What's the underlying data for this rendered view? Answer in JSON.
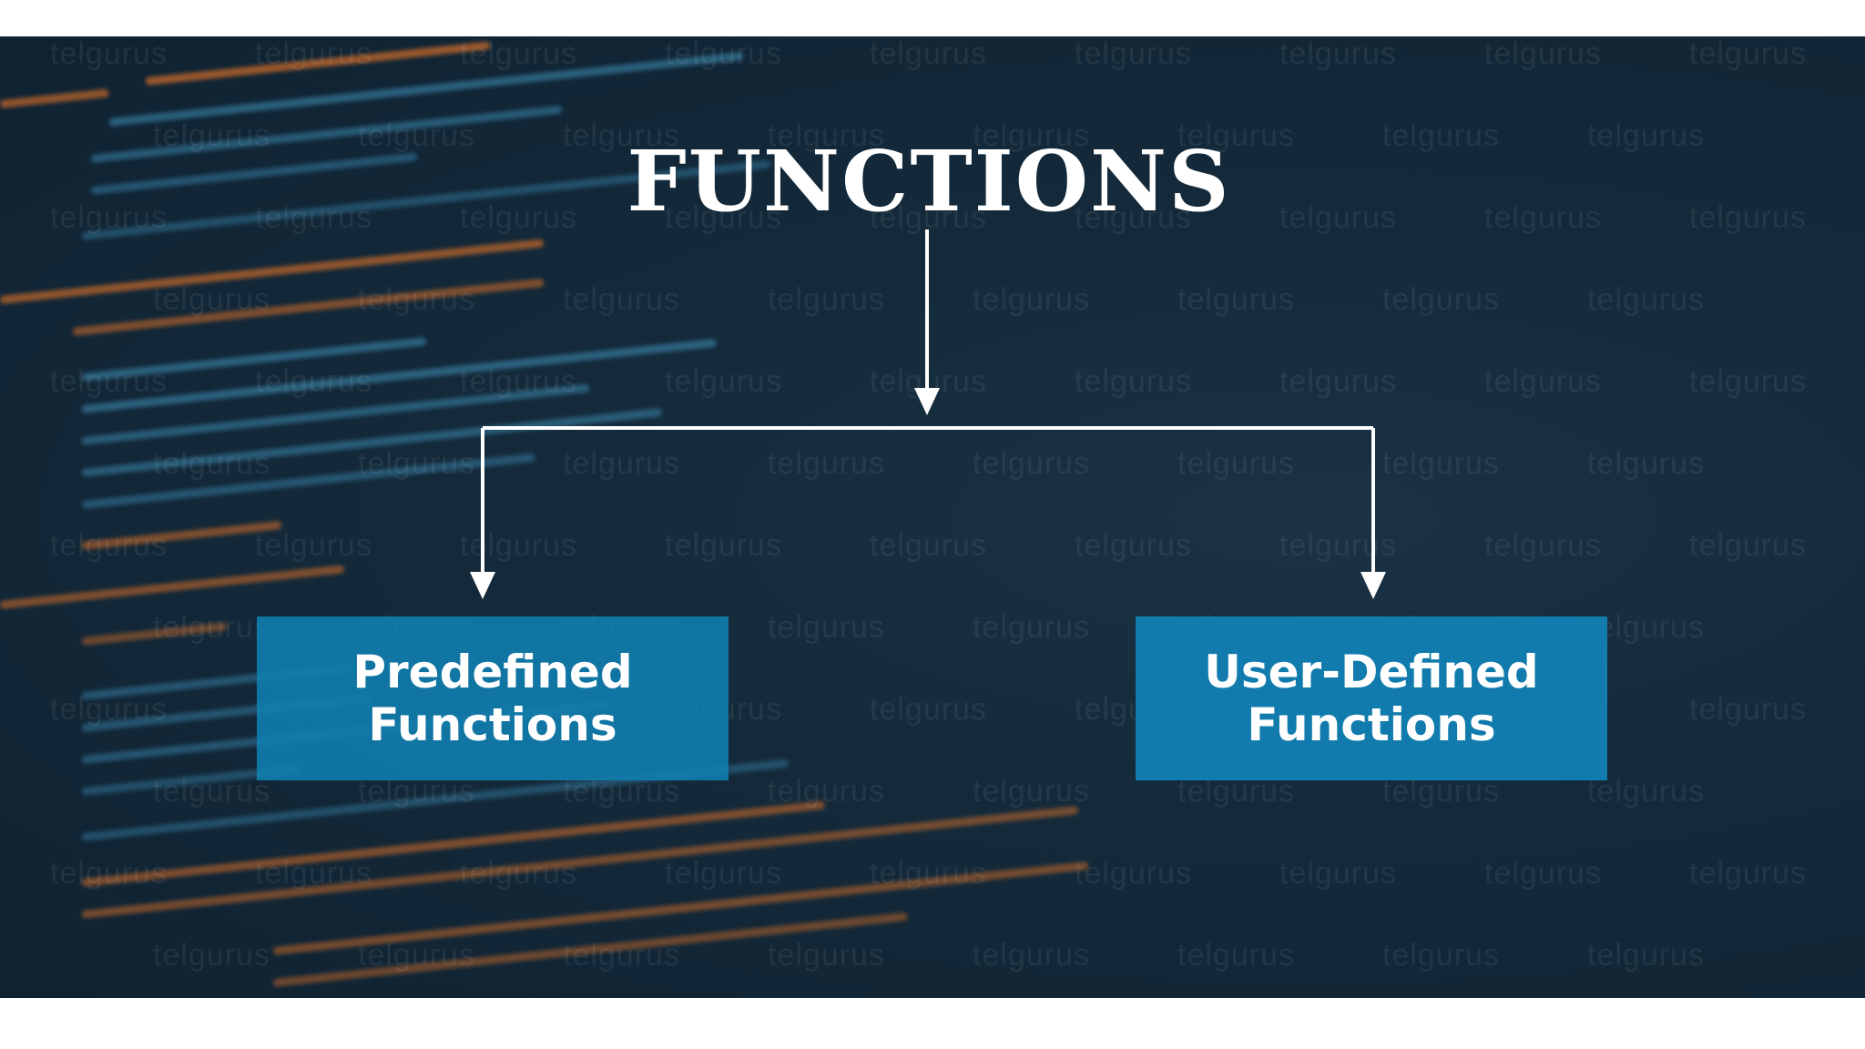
{
  "title": "FUNCTIONS",
  "nodes": [
    {
      "id": "predefined",
      "line1": "Predefined",
      "line2": "Functions"
    },
    {
      "id": "user-defined",
      "line1": "User-Defined",
      "line2": "Functions"
    }
  ],
  "watermark": "telgurus",
  "colors": {
    "box_fill": "#1080b2",
    "background": "#142a3a",
    "text": "#ffffff",
    "code_orange": "#c8692a",
    "code_blue": "#3f8fb8"
  }
}
